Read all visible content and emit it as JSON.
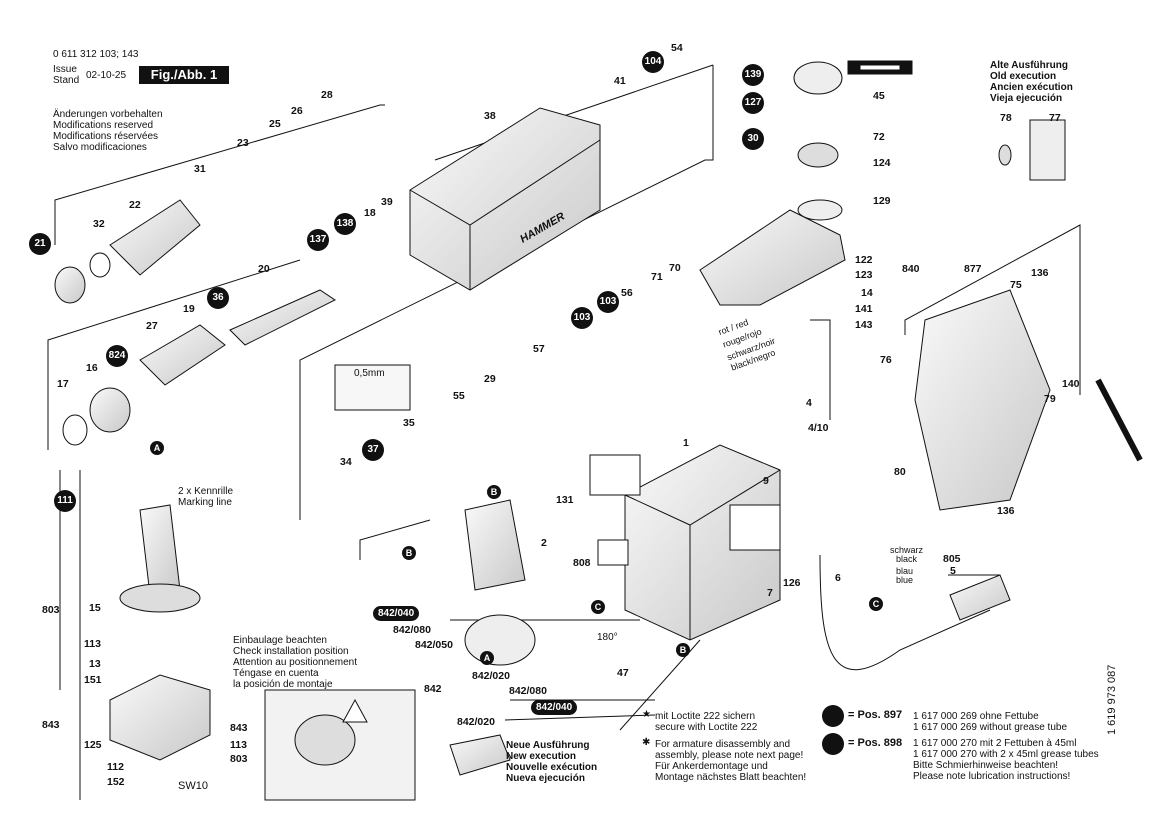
{
  "header": {
    "doc_number": "0 611 312 103; 143",
    "issue_label": "Issue",
    "stand_label": "Stand",
    "issue_date": "02-10-25",
    "fig_label": "Fig./Abb. 1",
    "changes": [
      "Änderungen vorbehalten",
      "Modifications reserved",
      "Modifications réservées",
      "Salvo modificaciones"
    ]
  },
  "old_execution": [
    "Alte Ausführung",
    "Old execution",
    "Ancien exécution",
    "Vieja ejecución"
  ],
  "new_execution": [
    "Neue Ausführung",
    "New execution",
    "Nouvelle exécution",
    "Nueva ejecución"
  ],
  "installation_note": [
    "Einbaulage beachten",
    "Check installation position",
    "Attention au positionnement",
    "Téngase en cuenta",
    "la posición de montaje"
  ],
  "marking_line": [
    "2 x Kennrille",
    "Marking line"
  ],
  "gap_label": "0,5mm",
  "rotation_label": "180°",
  "sw_label": "SW10",
  "housing_brand": "HAMMER",
  "wire_colors_left": [
    "rot / red",
    "rouge/rojo",
    "schwarz/noir",
    "black/negro"
  ],
  "wire_colors_right": [
    "schwarz",
    "black",
    "blau",
    "blue"
  ],
  "star_note": [
    "mit Loctite 222 sichern",
    "secure with Loctite 222"
  ],
  "asterisk_note": [
    "For armature disassembly and",
    "assembly, please note next page!",
    "Für Ankerdemontage und",
    "Montage nächstes Blatt beachten!"
  ],
  "grease": {
    "pos897_label": "= Pos. 897",
    "pos898_label": "= Pos. 898",
    "pos897_text": [
      "1 617 000 269 ohne Fettube",
      "1 617 000 269 without grease tube"
    ],
    "pos898_text": [
      "1 617 000 270 mit 2 Fettuben à 45ml",
      "1 617 000 270 with 2 x 45ml grease tubes",
      "Bitte Schmierhinweise beachten!",
      "Please note lubrication instructions!"
    ]
  },
  "drawing_number": "1 619 973 087",
  "callouts": [
    "139",
    "127",
    "30",
    "104",
    "21",
    "137",
    "138",
    "36",
    "824",
    "111",
    "37",
    "103",
    "103"
  ],
  "pills": [
    "842/040",
    "842/040"
  ],
  "letters": [
    "A",
    "A",
    "B",
    "B",
    "B",
    "C",
    "C"
  ],
  "part_numbers": [
    "54",
    "41",
    "45",
    "72",
    "124",
    "129",
    "38",
    "28",
    "26",
    "25",
    "23",
    "31",
    "22",
    "32",
    "18",
    "39",
    "20",
    "19",
    "27",
    "17",
    "16",
    "57",
    "56",
    "71",
    "70",
    "55",
    "29",
    "35",
    "34",
    "122",
    "123",
    "840",
    "14",
    "141",
    "143",
    "877",
    "75",
    "136",
    "76",
    "140",
    "79",
    "80",
    "136",
    "4",
    "4/10",
    "1",
    "131",
    "9",
    "808",
    "2",
    "126",
    "7",
    "6",
    "805",
    "5",
    "803",
    "15",
    "113",
    "13",
    "151",
    "843",
    "125",
    "112",
    "152",
    "842/080",
    "842/050",
    "842",
    "842/020",
    "842/080",
    "842/020",
    "47",
    "843",
    "113",
    "803",
    "78",
    "77"
  ]
}
